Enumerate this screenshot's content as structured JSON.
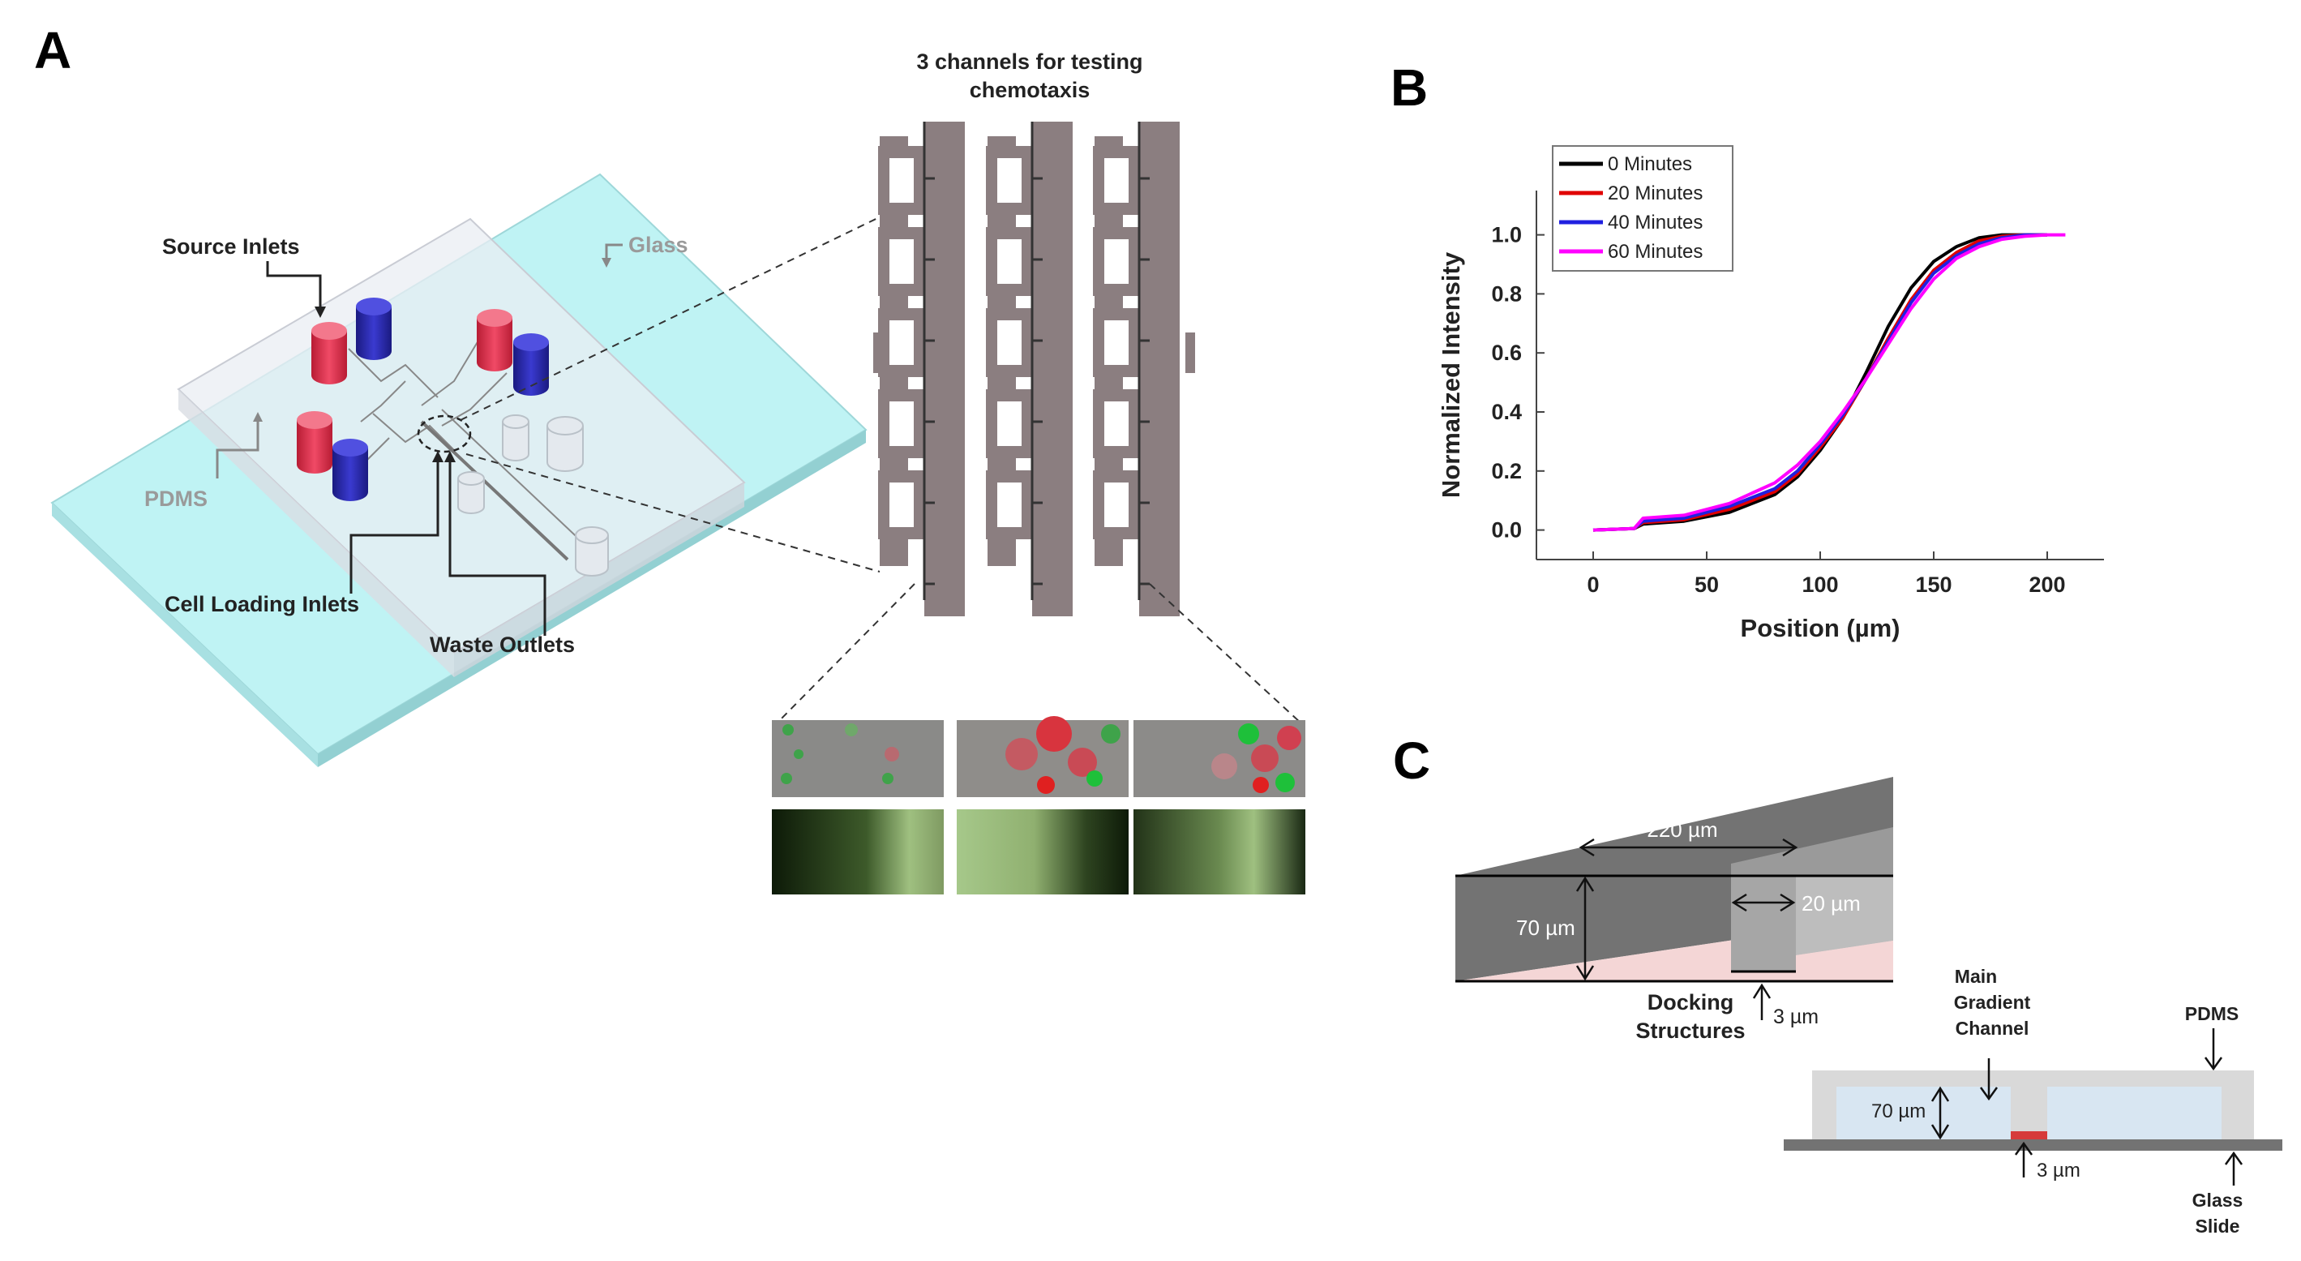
{
  "panels": {
    "a": "A",
    "b": "B",
    "c": "C"
  },
  "panel_a": {
    "source_inlets": "Source Inlets",
    "glass": "Glass",
    "pdms": "PDMS",
    "cell_loading_inlets": "Cell Loading Inlets",
    "waste_outlets": "Waste Outlets",
    "channels_title_line1": "3 channels for testing",
    "channels_title_line2": "chemotaxis",
    "colors": {
      "glass": "#bff3f4",
      "source": "#e23a54",
      "loading": "#2c2cae",
      "channel": "#8b7e80"
    }
  },
  "chart_data": {
    "type": "line",
    "xlabel": "Position (µm)",
    "ylabel": "Normalized Intensity",
    "xlim": [
      -25,
      225
    ],
    "ylim": [
      -0.1,
      1.15
    ],
    "xticks": [
      "0",
      "50",
      "100",
      "150",
      "200"
    ],
    "yticks": [
      "0.0",
      "0.2",
      "0.4",
      "0.6",
      "0.8",
      "1.0"
    ],
    "legend_position": "top-left",
    "grid": false,
    "series": [
      {
        "name": "0 Minutes",
        "color": "#000000",
        "x": [
          0,
          18,
          22,
          40,
          60,
          80,
          90,
          100,
          110,
          120,
          130,
          140,
          150,
          160,
          170,
          180,
          190,
          200
        ],
        "y": [
          0.0,
          0.005,
          0.02,
          0.03,
          0.06,
          0.12,
          0.18,
          0.27,
          0.38,
          0.53,
          0.69,
          0.82,
          0.91,
          0.96,
          0.99,
          1.0,
          1.0,
          1.0
        ]
      },
      {
        "name": "20 Minutes",
        "color": "#e00000",
        "x": [
          0,
          18,
          22,
          40,
          60,
          80,
          90,
          100,
          110,
          120,
          130,
          140,
          150,
          160,
          170,
          180,
          190,
          200
        ],
        "y": [
          0.0,
          0.005,
          0.025,
          0.035,
          0.07,
          0.13,
          0.19,
          0.28,
          0.38,
          0.51,
          0.65,
          0.78,
          0.88,
          0.94,
          0.98,
          0.995,
          1.0,
          1.0
        ]
      },
      {
        "name": "40 Minutes",
        "color": "#2020e0",
        "x": [
          0,
          18,
          22,
          40,
          60,
          80,
          90,
          100,
          110,
          120,
          130,
          140,
          150,
          160,
          170,
          180,
          190,
          200
        ],
        "y": [
          0.0,
          0.005,
          0.03,
          0.04,
          0.08,
          0.14,
          0.2,
          0.29,
          0.39,
          0.51,
          0.64,
          0.77,
          0.87,
          0.93,
          0.97,
          0.99,
          1.0,
          1.0
        ]
      },
      {
        "name": "60 Minutes",
        "color": "#ff00ff",
        "x": [
          0,
          18,
          22,
          40,
          60,
          80,
          90,
          100,
          110,
          120,
          130,
          140,
          150,
          160,
          170,
          180,
          190,
          200,
          208
        ],
        "y": [
          0.0,
          0.005,
          0.04,
          0.05,
          0.09,
          0.16,
          0.22,
          0.3,
          0.4,
          0.51,
          0.63,
          0.75,
          0.85,
          0.92,
          0.96,
          0.985,
          0.995,
          1.0,
          1.0
        ]
      }
    ]
  },
  "panel_c": {
    "width_220": "220 µm",
    "height_70": "70 µm",
    "width_20": "20 µm",
    "height_3": "3 µm",
    "docking_line1": "Docking",
    "docking_line2": "Structures",
    "main_line1": "Main",
    "main_line2": "Gradient",
    "main_line3": "Channel",
    "pdms": "PDMS",
    "glass_line1": "Glass",
    "glass_line2": "Slide",
    "cross_height_70": "70 µm",
    "cross_height_3": "3 µm"
  }
}
